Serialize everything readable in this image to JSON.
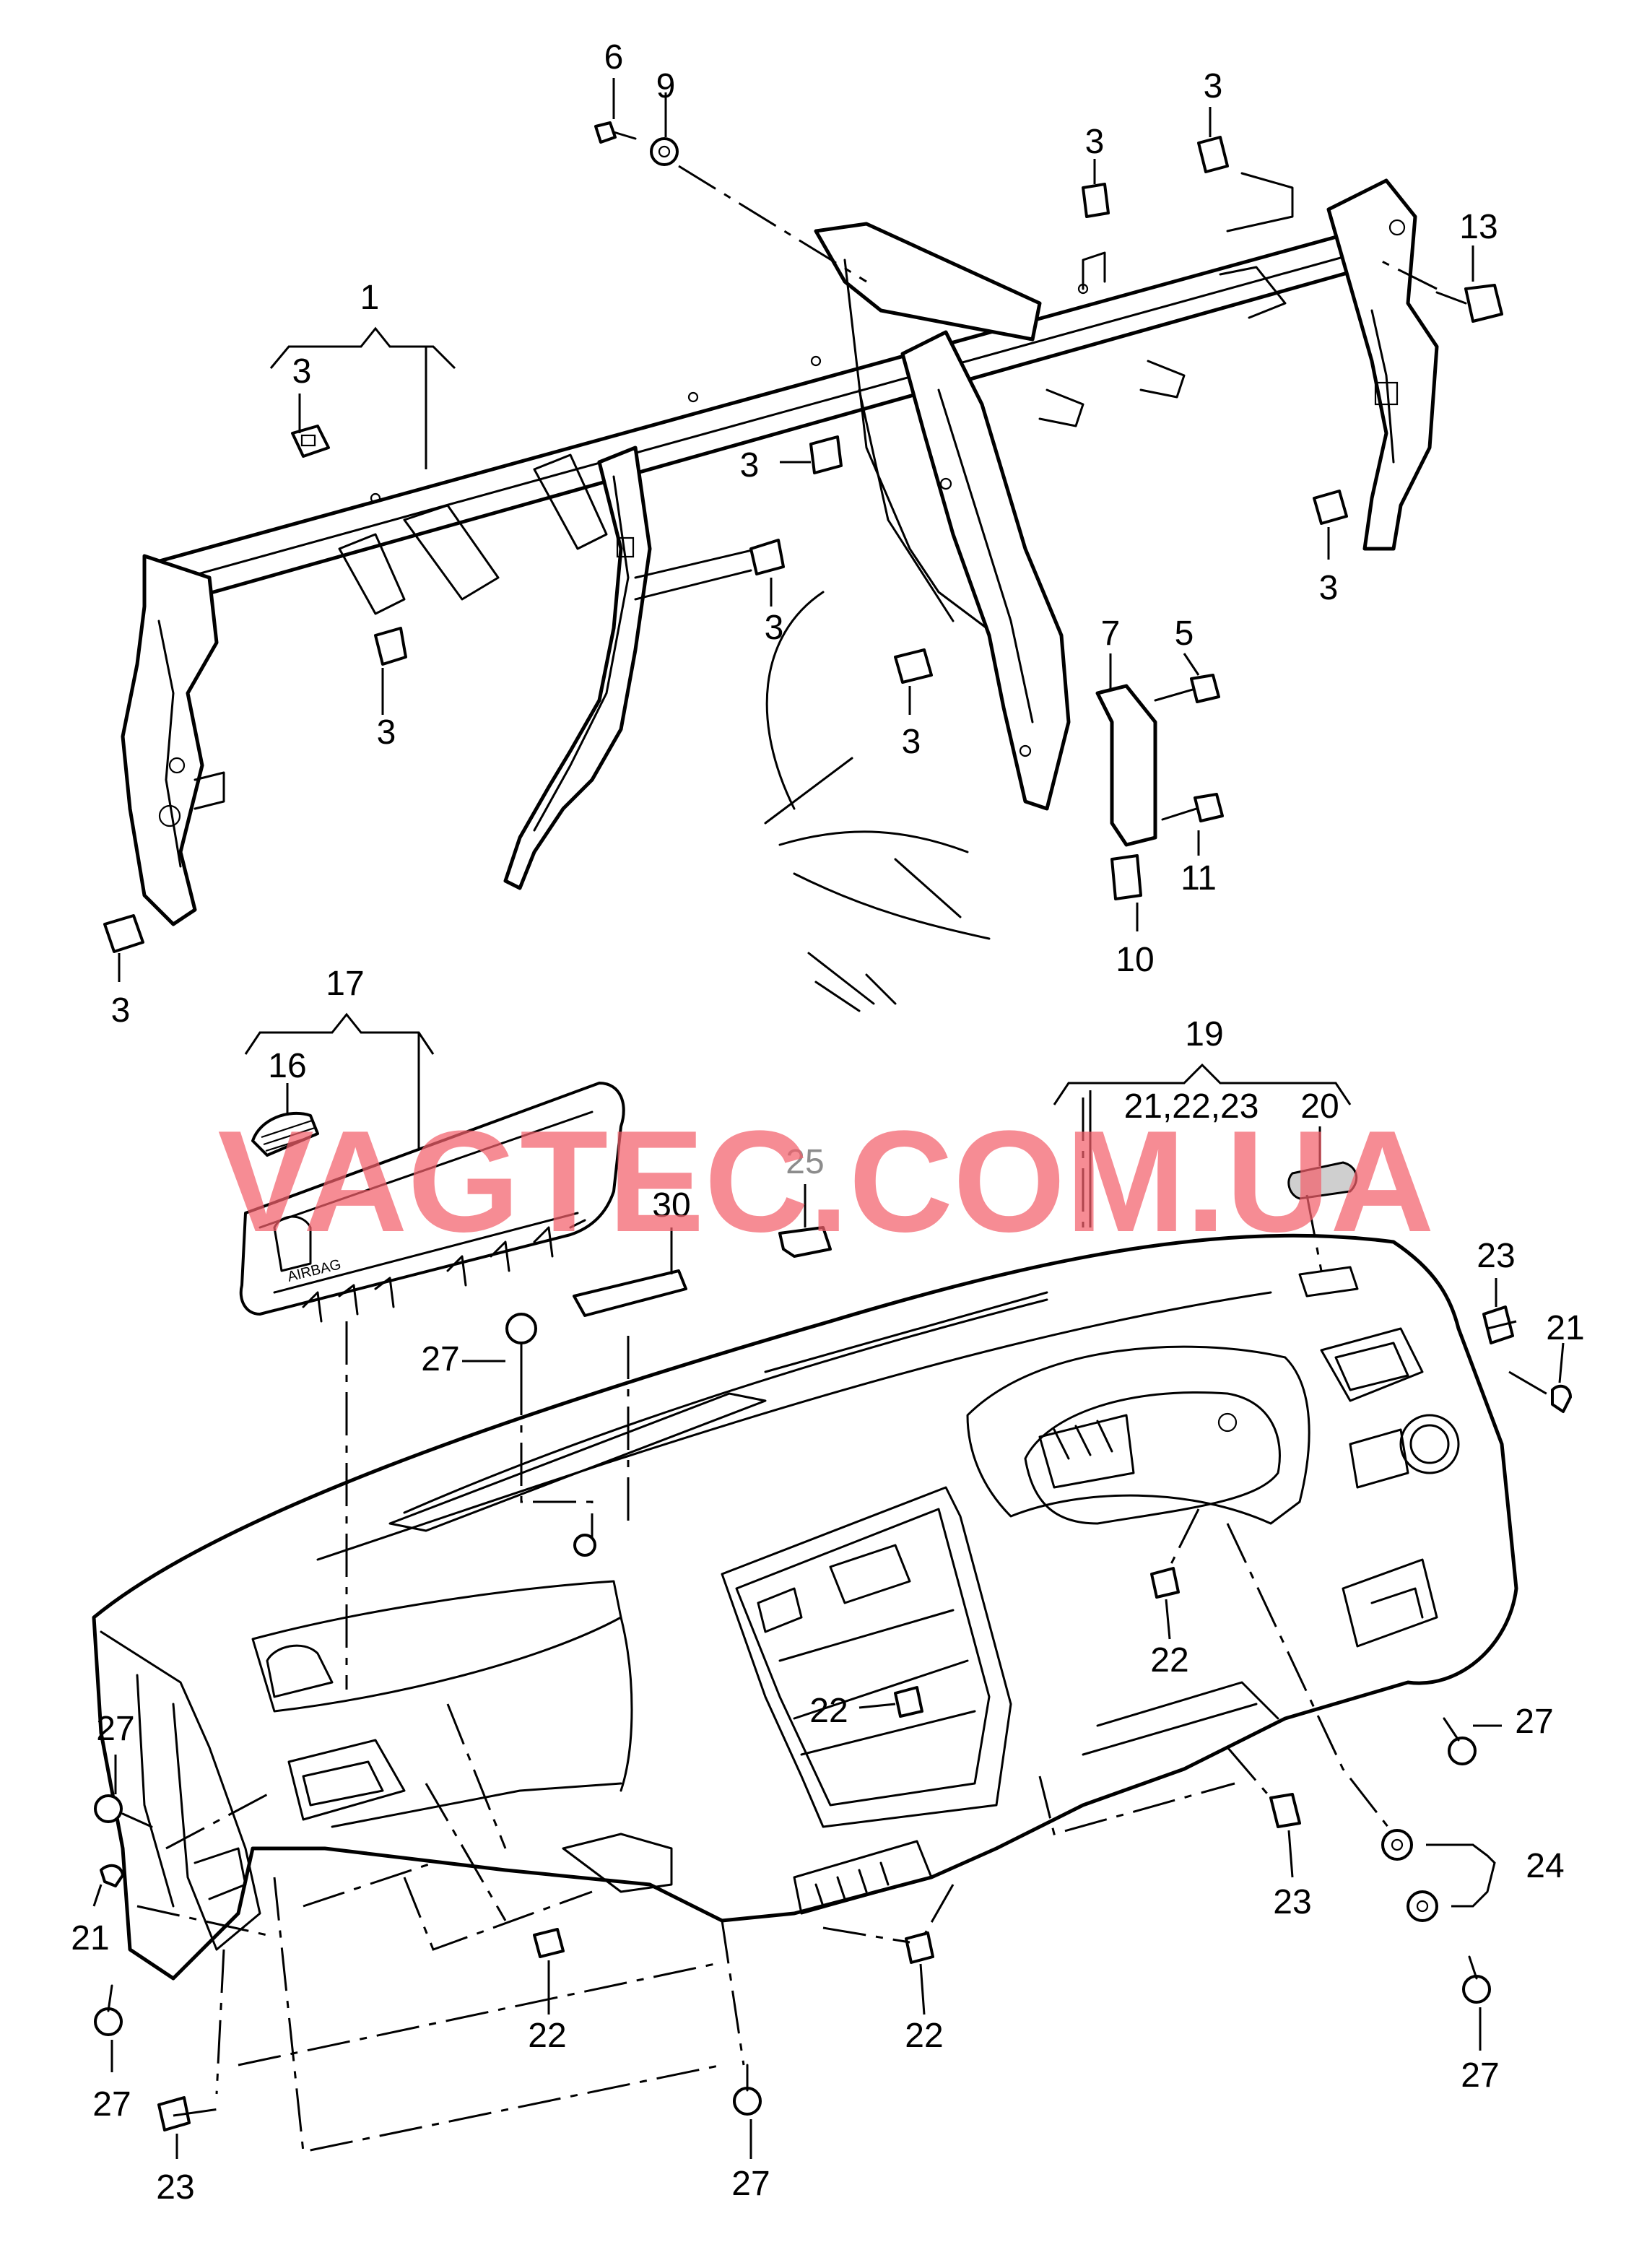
{
  "watermark": "VAGTEC.COM.UA",
  "airbag_marking": "AIRBAG",
  "callouts": [
    {
      "id": "c1",
      "text": "1"
    },
    {
      "id": "c3a",
      "text": "3"
    },
    {
      "id": "c3b",
      "text": "3"
    },
    {
      "id": "c3c",
      "text": "3"
    },
    {
      "id": "c3d",
      "text": "3"
    },
    {
      "id": "c3e",
      "text": "3"
    },
    {
      "id": "c3f",
      "text": "3"
    },
    {
      "id": "c3g",
      "text": "3"
    },
    {
      "id": "c3h",
      "text": "3"
    },
    {
      "id": "c3i",
      "text": "3"
    },
    {
      "id": "c5",
      "text": "5"
    },
    {
      "id": "c6",
      "text": "6"
    },
    {
      "id": "c7",
      "text": "7"
    },
    {
      "id": "c9",
      "text": "9"
    },
    {
      "id": "c10",
      "text": "10"
    },
    {
      "id": "c11",
      "text": "11"
    },
    {
      "id": "c13",
      "text": "13"
    },
    {
      "id": "c16",
      "text": "16"
    },
    {
      "id": "c17",
      "text": "17"
    },
    {
      "id": "c19",
      "text": "19"
    },
    {
      "id": "c20",
      "text": "20"
    },
    {
      "id": "c21_23",
      "text": "21,22,23"
    },
    {
      "id": "c21a",
      "text": "21"
    },
    {
      "id": "c21b",
      "text": "21"
    },
    {
      "id": "c22a",
      "text": "22"
    },
    {
      "id": "c22b",
      "text": "22"
    },
    {
      "id": "c22c",
      "text": "22"
    },
    {
      "id": "c22d",
      "text": "22"
    },
    {
      "id": "c23a",
      "text": "23"
    },
    {
      "id": "c23b",
      "text": "23"
    },
    {
      "id": "c23c",
      "text": "23"
    },
    {
      "id": "c24",
      "text": "24"
    },
    {
      "id": "c25",
      "text": "25"
    },
    {
      "id": "c27a",
      "text": "27"
    },
    {
      "id": "c27b",
      "text": "27"
    },
    {
      "id": "c27c",
      "text": "27"
    },
    {
      "id": "c27d",
      "text": "27"
    },
    {
      "id": "c27e",
      "text": "27"
    },
    {
      "id": "c27f",
      "text": "27"
    },
    {
      "id": "c30",
      "text": "30"
    }
  ]
}
